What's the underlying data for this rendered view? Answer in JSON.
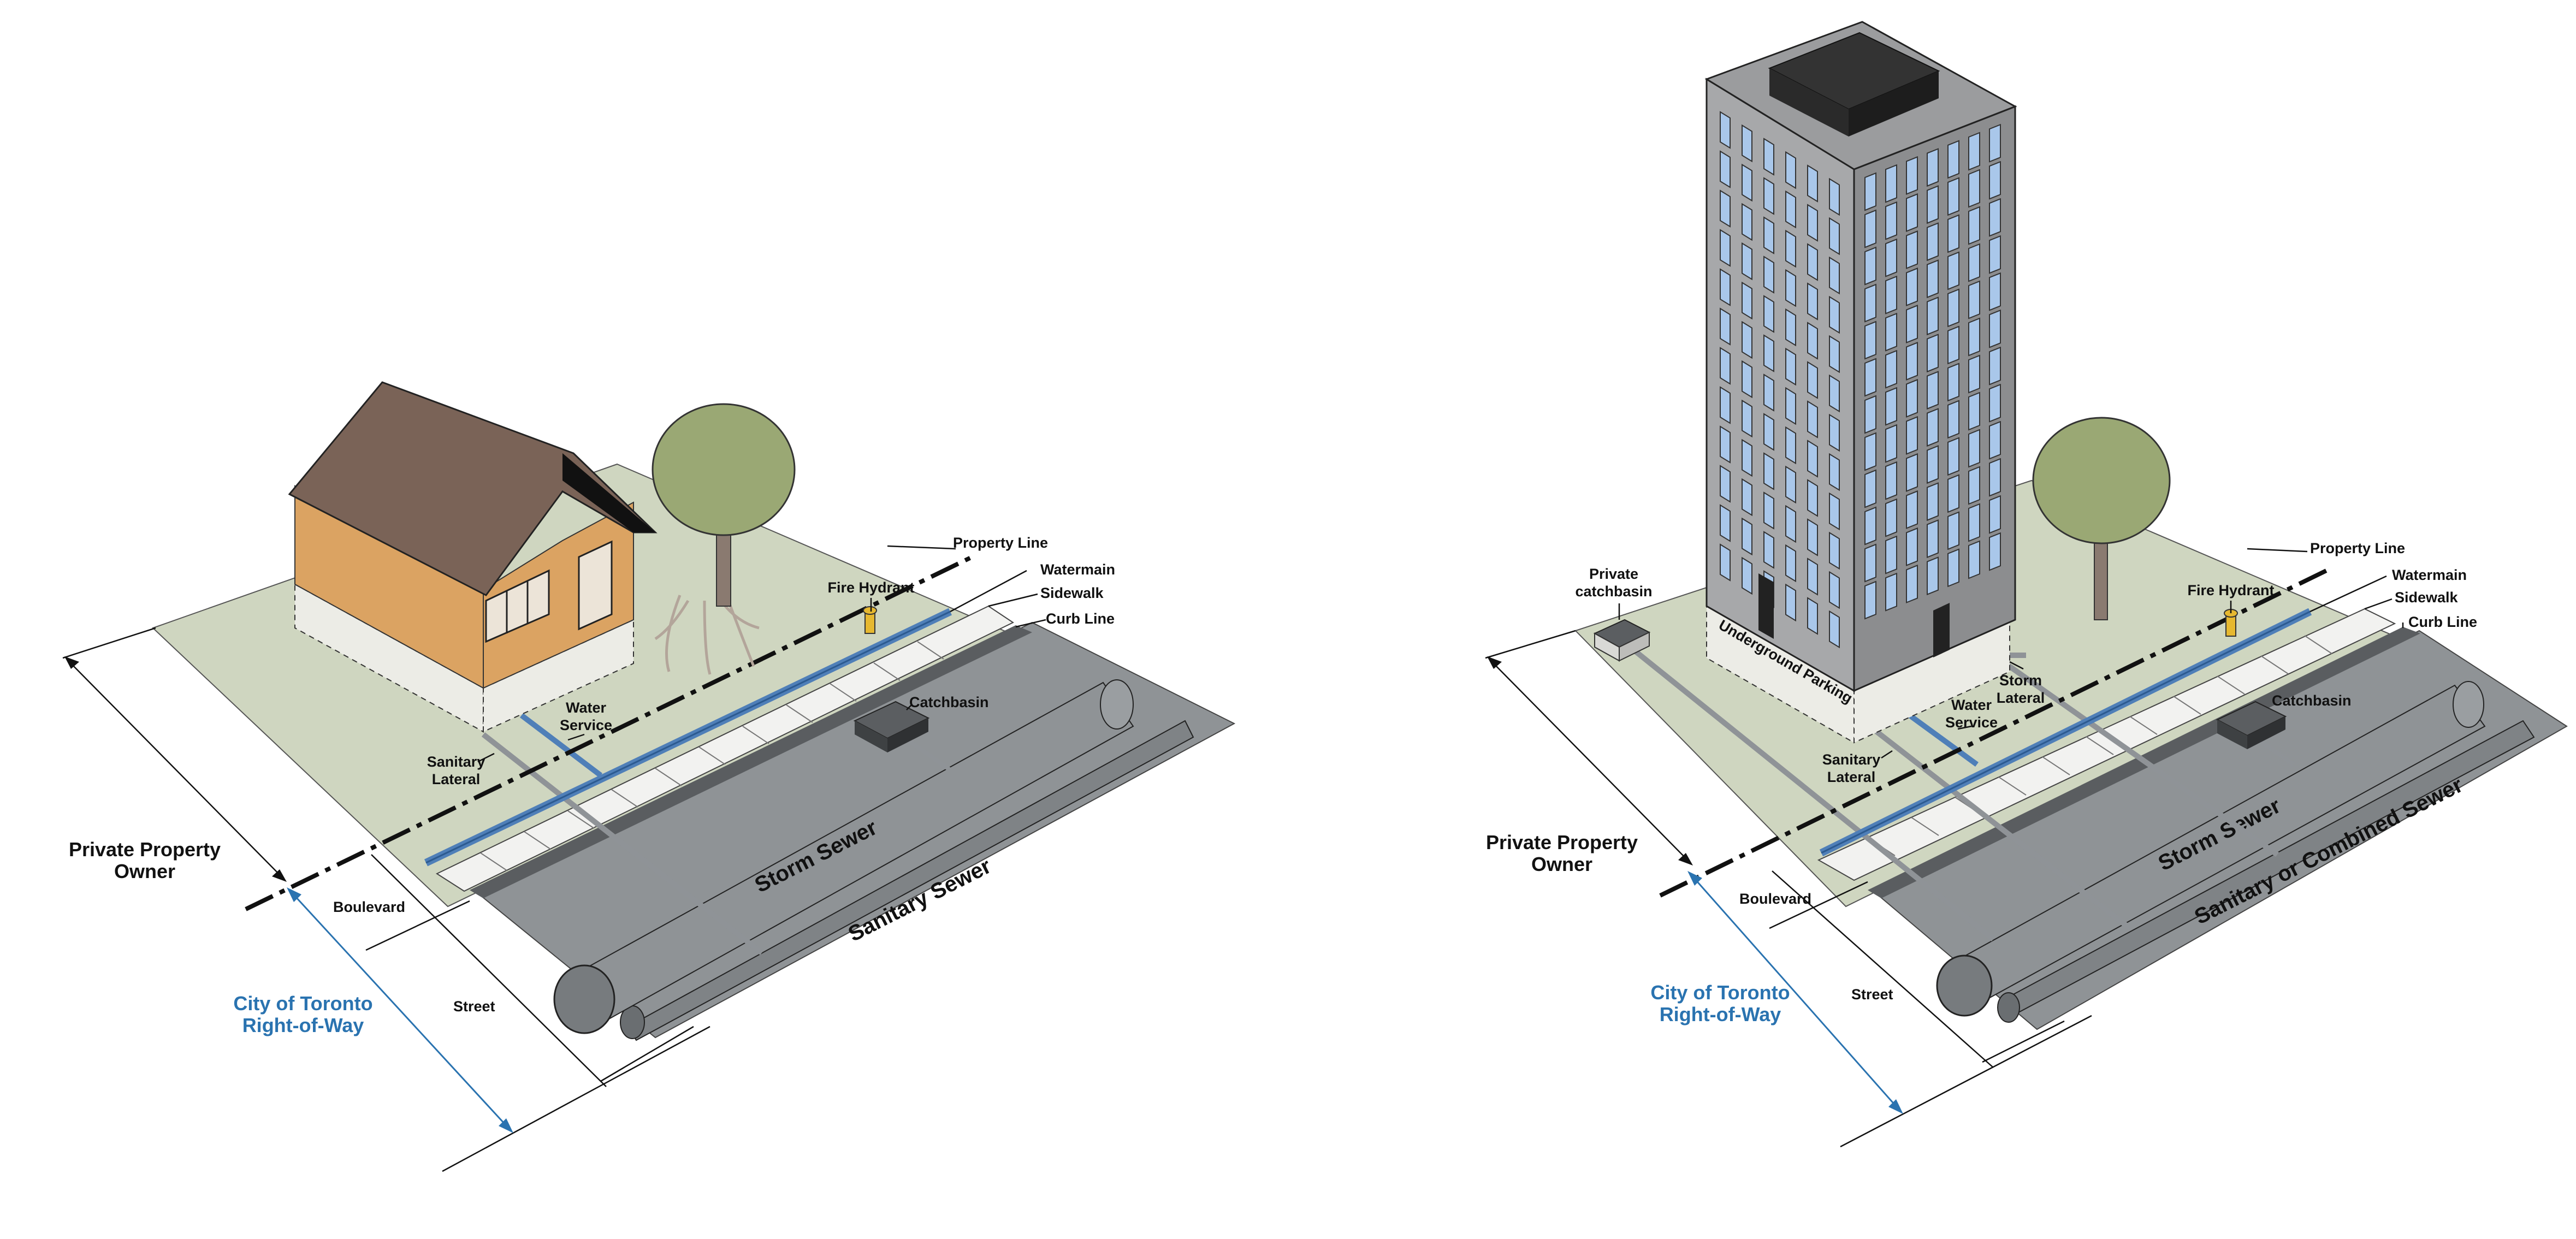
{
  "colors": {
    "lawn": "#cfd6c0",
    "street": "#8f9396",
    "street_dark": "#6f7376",
    "sidewalk": "#f2f2f0",
    "house_wall": "#dba362",
    "roof": "#7a6357",
    "foundation": "#ecece6",
    "tree": "#9aa874",
    "trunk": "#8a7a70",
    "watermain": "#4f7fb8",
    "pipe": "#8f9397",
    "hydrant": "#e6b830",
    "building": "#a7a8aa",
    "building_side": "#8c8d8f",
    "window": "#a9c7ea",
    "city_blue": "#2a73b0"
  },
  "left": {
    "private_owner": [
      "Private Property",
      "Owner"
    ],
    "city_row": [
      "City of Toronto",
      "Right-of-Way"
    ],
    "boulevard": "Boulevard",
    "street": "Street",
    "property_line": "Property Line",
    "watermain": "Watermain",
    "sidewalk": "Sidewalk",
    "curb_line": "Curb Line",
    "fire_hydrant": "Fire Hydrant",
    "water_service": [
      "Water",
      "Service"
    ],
    "sanitary_lateral": [
      "Sanitary",
      "Lateral"
    ],
    "catchbasin": "Catchbasin",
    "storm_sewer": "Storm Sewer",
    "sanitary_sewer": "Sanitary Sewer"
  },
  "right": {
    "private_owner": [
      "Private Property",
      "Owner"
    ],
    "city_row": [
      "City of Toronto",
      "Right-of-Way"
    ],
    "boulevard": "Boulevard",
    "street": "Street",
    "property_line": "Property Line",
    "watermain": "Watermain",
    "sidewalk": "Sidewalk",
    "curb_line": "Curb Line",
    "fire_hydrant": "Fire Hydrant",
    "water_service": [
      "Water",
      "Service"
    ],
    "sanitary_lateral": [
      "Sanitary",
      "Lateral"
    ],
    "storm_lateral": [
      "Storm",
      "Lateral"
    ],
    "private_catchbasin": [
      "Private",
      "catchbasin"
    ],
    "underground_parking": "Underground Parking",
    "catchbasin": "Catchbasin",
    "storm_sewer": "Storm Sewer",
    "combined_sewer": "Sanitary or Combined Sewer"
  }
}
